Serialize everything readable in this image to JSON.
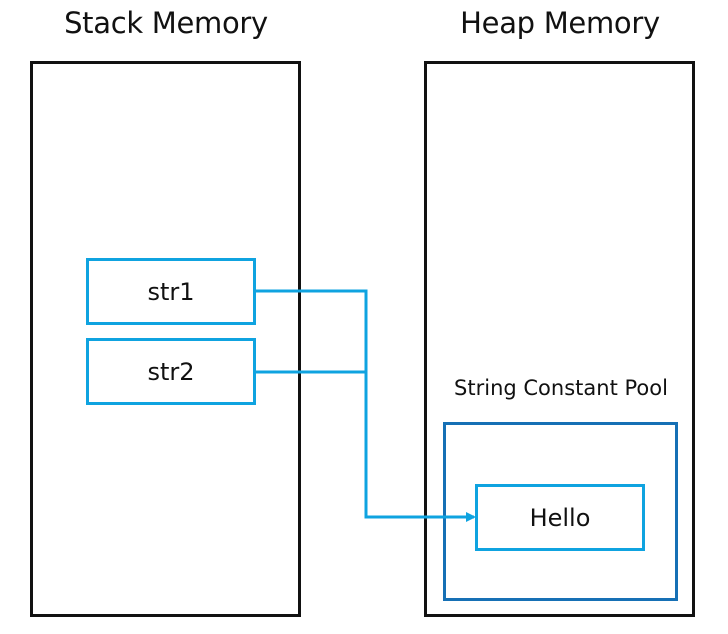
{
  "stack": {
    "title": "Stack Memory",
    "variables": [
      "str1",
      "str2"
    ]
  },
  "heap": {
    "title": "Heap Memory",
    "pool": {
      "label": "String Constant Pool",
      "value": "Hello"
    }
  },
  "colors": {
    "outline": "#111111",
    "reference_line": "#0fa3e0",
    "pool_border": "#1670b5"
  }
}
